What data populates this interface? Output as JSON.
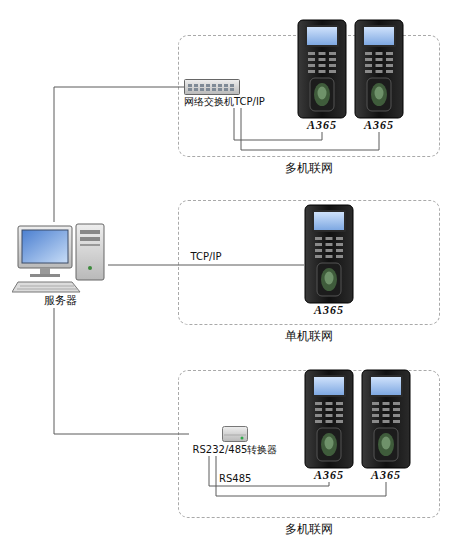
{
  "diagram": {
    "nodes": [
      {
        "text": [
          "多机联网"
        ]
      },
      {
        "text": [
          "网络交换机TCP/IP"
        ],
        "in": 0
      },
      {
        "text": [
          "A365"
        ],
        "in": 0
      },
      {
        "text": [
          "A365"
        ],
        "in": 0
      },
      {
        "text": [
          "服务器"
        ]
      },
      {
        "text": [
          "单机联网"
        ]
      },
      {
        "text": [
          "A365"
        ],
        "in": 5
      },
      {
        "text": [
          "多机联网"
        ]
      },
      {
        "text": [
          "RS232/485转换器"
        ],
        "in": 7
      },
      {
        "text": [
          "A365"
        ],
        "in": 7
      },
      {
        "text": [
          "A365"
        ],
        "in": 7
      }
    ],
    "edges": [
      {
        "from": 4,
        "to": 1,
        "arrow": "none"
      },
      {
        "from": 1,
        "to": 2,
        "arrow": "none"
      },
      {
        "from": 1,
        "to": 3,
        "arrow": "none"
      },
      {
        "from": 4,
        "to": 6,
        "label": "TCP/IP",
        "arrow": "none"
      },
      {
        "from": 4,
        "to": 8,
        "arrow": "none"
      },
      {
        "from": 8,
        "to": 9,
        "label": "RS485",
        "arrow": "none"
      },
      {
        "from": 8,
        "to": 10,
        "arrow": "none"
      }
    ]
  }
}
